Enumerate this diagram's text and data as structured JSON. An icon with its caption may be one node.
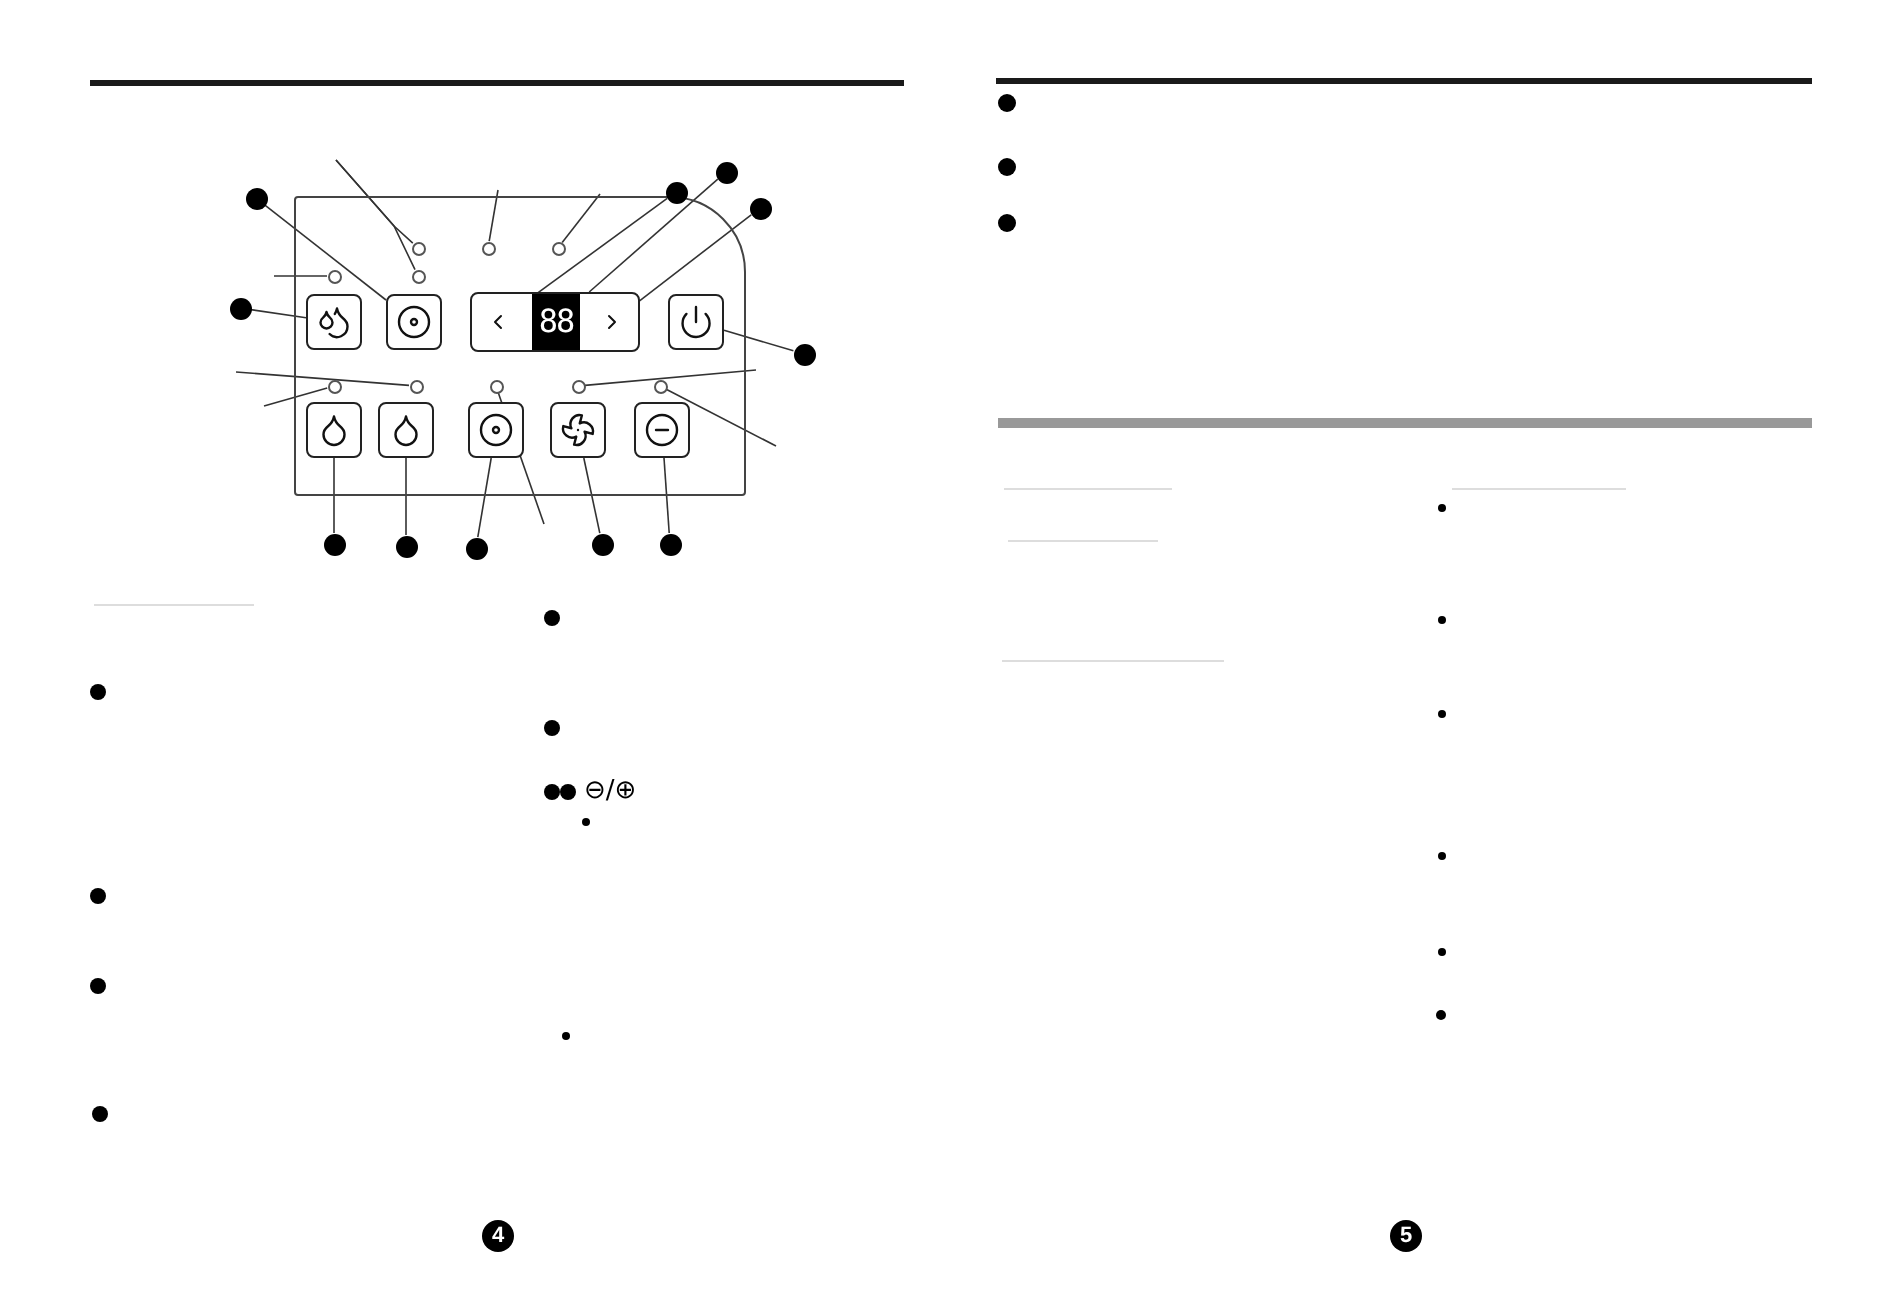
{
  "diagram": {
    "nodes": [
      {
        "text": [],
        "shape": "box"
      },
      {
        "text": [],
        "shape": "box",
        "in": 0
      },
      {
        "text": [],
        "shape": "box",
        "in": 0
      },
      {
        "text": [
          "88"
        ],
        "in": 0
      },
      {
        "text": [],
        "shape": "chevron",
        "in": 3
      },
      {
        "text": [],
        "shape": "chevron",
        "in": 3
      },
      {
        "text": [],
        "shape": "box",
        "in": 0
      },
      {
        "text": [],
        "shape": "box",
        "in": 0
      },
      {
        "text": [],
        "shape": "box",
        "in": 0
      },
      {
        "text": [],
        "shape": "box",
        "in": 0
      },
      {
        "text": [],
        "shape": "box",
        "in": 0
      },
      {
        "text": [],
        "shape": "box",
        "in": 0
      },
      {
        "text": [],
        "shape": "circle",
        "in": 0
      },
      {
        "text": [],
        "shape": "circle",
        "in": 0
      },
      {
        "text": [],
        "shape": "circle",
        "in": 0
      },
      {
        "text": [],
        "shape": "circle",
        "in": 0
      },
      {
        "text": [],
        "shape": "circle",
        "in": 0
      },
      {
        "text": [],
        "shape": "circle",
        "in": 0
      },
      {
        "text": [],
        "shape": "circle",
        "in": 0
      },
      {
        "text": [],
        "shape": "circle",
        "in": 0
      },
      {
        "text": [],
        "shape": "circle",
        "in": 0
      },
      {
        "text": [],
        "shape": "circle",
        "in": 0
      },
      {
        "text": [],
        "shape": "circle"
      },
      {
        "text": [],
        "shape": "circle"
      },
      {
        "text": [],
        "shape": "circle"
      },
      {
        "text": [],
        "shape": "circle"
      },
      {
        "text": [],
        "shape": "circle"
      },
      {
        "text": [],
        "shape": "circle"
      },
      {
        "text": [],
        "shape": "circle"
      },
      {
        "text": [],
        "shape": "circle"
      },
      {
        "text": [],
        "shape": "circle"
      },
      {
        "text": [],
        "shape": "circle"
      },
      {
        "text": [],
        "shape": "circle"
      }
    ],
    "edges": [
      {
        "from": 22,
        "to": 2,
        "arrow": "none"
      },
      {
        "from": 23,
        "to": 1,
        "arrow": "none"
      },
      {
        "from": 24,
        "to": 4,
        "arrow": "none"
      },
      {
        "from": 25,
        "to": 3,
        "arrow": "none"
      },
      {
        "from": 26,
        "to": 5,
        "arrow": "none"
      },
      {
        "from": 27,
        "to": 6,
        "arrow": "none"
      },
      {
        "from": 28,
        "to": 7,
        "arrow": "none"
      },
      {
        "from": 29,
        "to": 8,
        "arrow": "none"
      },
      {
        "from": 30,
        "to": 9,
        "arrow": "none"
      },
      {
        "from": 31,
        "to": 10,
        "arrow": "none"
      },
      {
        "from": 32,
        "to": 11,
        "arrow": "none"
      },
      {
        "from": null,
        "to": 12,
        "arrow": "none"
      },
      {
        "from": null,
        "to": 16,
        "arrow": "none"
      },
      {
        "from": null,
        "to": 13,
        "arrow": "none"
      },
      {
        "from": null,
        "to": 14,
        "arrow": "none"
      },
      {
        "from": null,
        "to": 15,
        "arrow": "none"
      },
      {
        "from": null,
        "to": 18,
        "arrow": "none"
      },
      {
        "from": null,
        "to": 17,
        "arrow": "none"
      },
      {
        "from": null,
        "to": 19,
        "arrow": "none"
      },
      {
        "from": null,
        "to": 20,
        "arrow": "none"
      },
      {
        "from": null,
        "to": 21,
        "arrow": "none"
      }
    ],
    "labels": [
      "⊖/⊕",
      "4",
      "5"
    ]
  }
}
